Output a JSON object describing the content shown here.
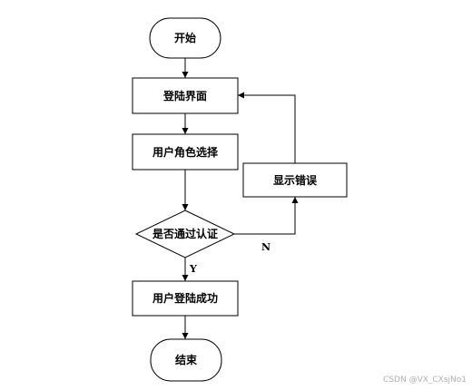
{
  "flowchart": {
    "start": "开始",
    "login_page": "登陆界面",
    "role_select": "用户角色选择",
    "auth_check": "是否通过认证",
    "show_error": "显示错误",
    "login_success": "用户登陆成功",
    "end": "结束"
  },
  "edge_labels": {
    "no": "N",
    "yes": "Y"
  },
  "watermark": "CSDN @VX_CXsjNo1"
}
